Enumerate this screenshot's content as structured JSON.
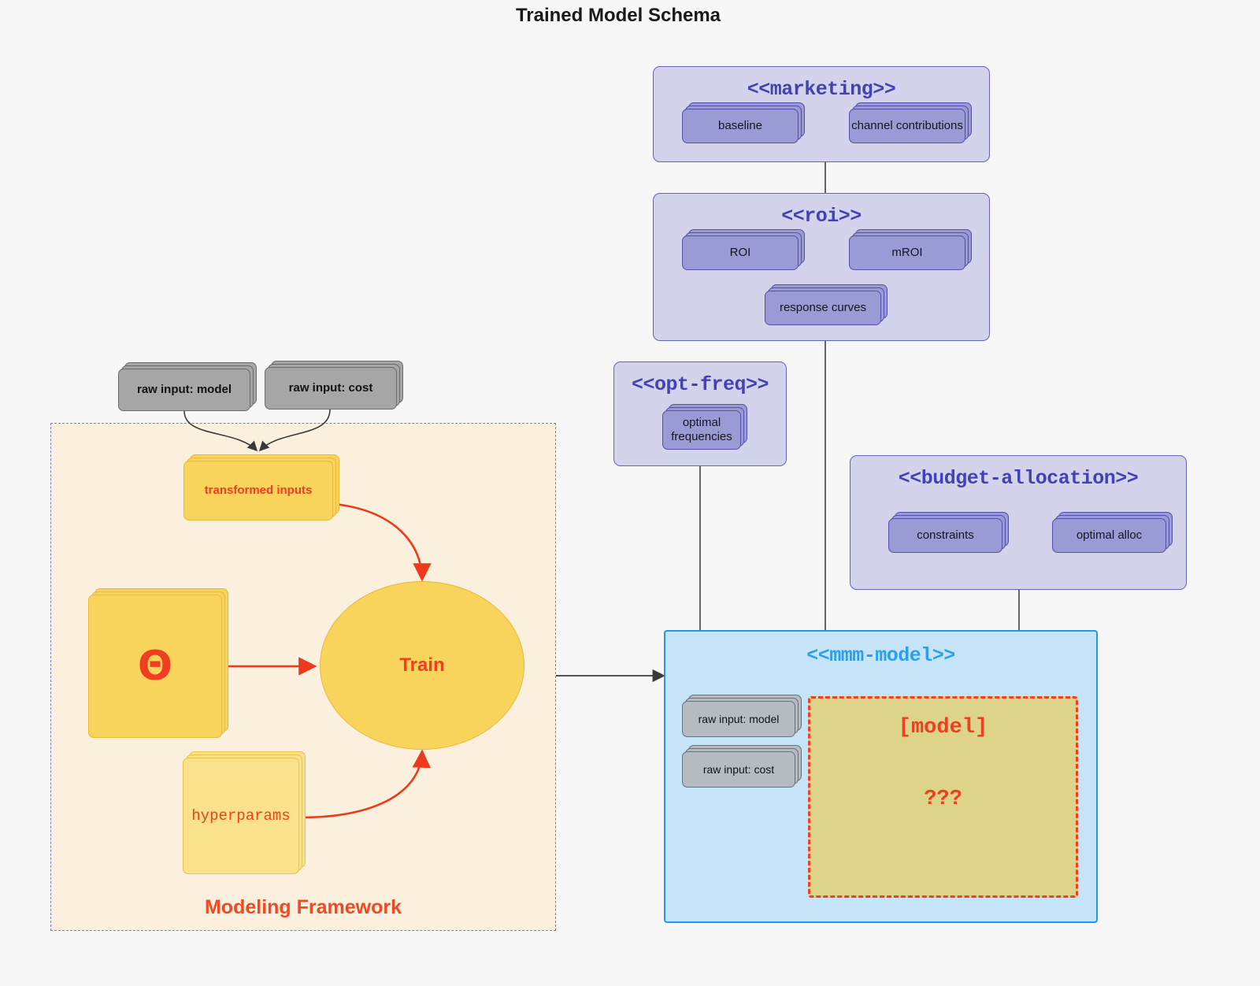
{
  "title": "Trained Model Schema",
  "framework": {
    "label": "Modeling Framework",
    "raw_inputs": [
      {
        "label": "raw input: model"
      },
      {
        "label": "raw input: cost"
      }
    ],
    "transformed_inputs": "transformed inputs",
    "theta": "Θ",
    "hyperparams": "hyperparams",
    "train": "Train"
  },
  "packages": {
    "marketing": {
      "title": "<<marketing>>",
      "nodes": [
        {
          "label": "baseline"
        },
        {
          "label": "channel contributions"
        }
      ]
    },
    "roi": {
      "title": "<<roi>>",
      "nodes": [
        {
          "label": "ROI"
        },
        {
          "label": "mROI"
        },
        {
          "label": "response curves"
        }
      ]
    },
    "opt_freq": {
      "title": "<<opt-freq>>",
      "nodes": [
        {
          "label": "optimal frequencies"
        }
      ]
    },
    "budget_allocation": {
      "title": "<<budget-allocation>>",
      "nodes": [
        {
          "label": "constraints"
        },
        {
          "label": "optimal alloc"
        }
      ]
    },
    "mmm_model": {
      "title": "<<mmm-model>>",
      "raw_inputs": [
        {
          "label": "raw input: model"
        },
        {
          "label": "raw input: cost"
        }
      ],
      "model_box": {
        "title": "[model]",
        "question": "???"
      }
    }
  },
  "colors": {
    "background": "#f7f7f7",
    "package_fill": "#d3d3ec",
    "package_stroke": "#6363b8",
    "package_title": "#4242b5",
    "node_purple_fill": "#9a9ad4",
    "node_purple_stroke": "#5252ad",
    "gray_fill": "#a6a6a6",
    "gray_stroke": "#6b6b6b",
    "amber_fill": "#f8d45c",
    "amber_stroke": "#e8b93c",
    "amber_light_fill": "#fae18c",
    "accent_red": "#ef3e20",
    "framework_fill": "#faf0dd",
    "framework_stroke": "#7b7bc4",
    "mmm_fill": "#c6e4f7",
    "mmm_stroke": "#1e9ae8",
    "mmm_title": "#2b9fef",
    "model_box_fill": "#ddd48a",
    "model_box_stroke": "#f0402a",
    "connector_gray": "#555555"
  }
}
